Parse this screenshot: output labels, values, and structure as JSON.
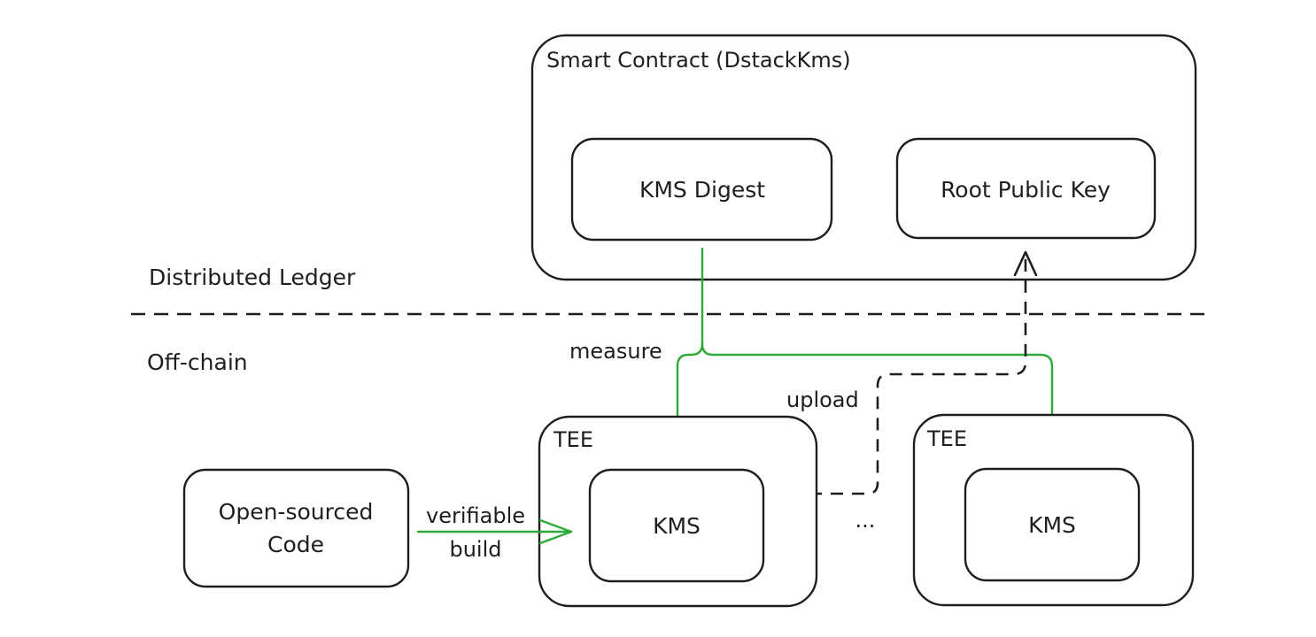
{
  "regions": {
    "upper": "Distributed Ledger",
    "lower": "Off-chain"
  },
  "smart_contract": {
    "title": "Smart Contract (DstackKms)",
    "kms_digest": "KMS Digest",
    "root_public_key": "Root Public Key"
  },
  "tee_left": {
    "title": "TEE",
    "kms": "KMS"
  },
  "tee_right": {
    "title": "TEE",
    "kms": "KMS"
  },
  "source": {
    "line1": "Open-sourced",
    "line2": "Code"
  },
  "edges": {
    "measure": "measure",
    "upload": "upload",
    "build_line1": "verifiable",
    "build_line2": "build",
    "ellipsis": "..."
  },
  "colors": {
    "stroke": "#1e1e1e",
    "green_edge": "#2eaa3a",
    "background": "#ffffff"
  }
}
